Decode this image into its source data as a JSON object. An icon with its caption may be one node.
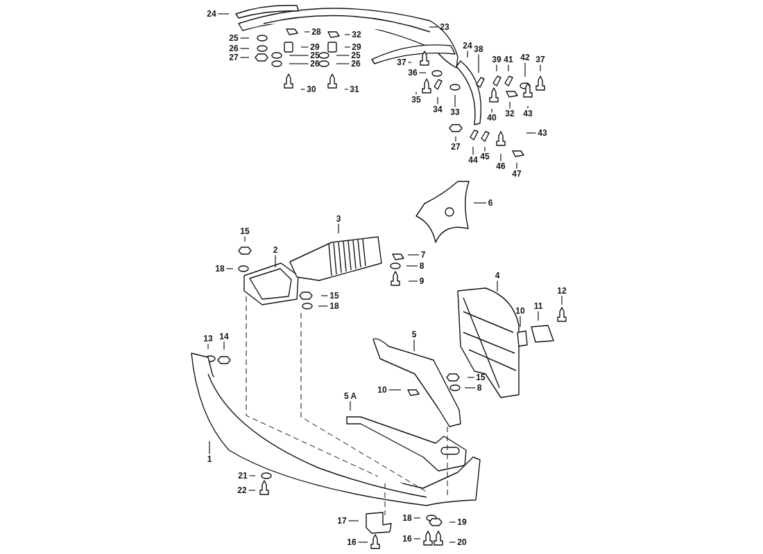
{
  "diagram": {
    "nodes": [
      {
        "text": [
          "24"
        ]
      },
      {
        "text": [
          "23"
        ]
      },
      {
        "text": [
          "25"
        ]
      },
      {
        "text": [
          "26"
        ]
      },
      {
        "text": [
          "27"
        ]
      },
      {
        "text": [
          "28"
        ]
      },
      {
        "text": [
          "32"
        ]
      },
      {
        "text": [
          "29"
        ]
      },
      {
        "text": [
          "29"
        ]
      },
      {
        "text": [
          "25"
        ]
      },
      {
        "text": [
          "25"
        ]
      },
      {
        "text": [
          "26"
        ]
      },
      {
        "text": [
          "26"
        ]
      },
      {
        "text": [
          "30"
        ]
      },
      {
        "text": [
          "31"
        ]
      },
      {
        "text": [
          "37"
        ]
      },
      {
        "text": [
          "36"
        ]
      },
      {
        "text": [
          "35"
        ]
      },
      {
        "text": [
          "34"
        ]
      },
      {
        "text": [
          "33"
        ]
      },
      {
        "text": [
          "24"
        ]
      },
      {
        "text": [
          "38"
        ]
      },
      {
        "text": [
          "39"
        ]
      },
      {
        "text": [
          "41"
        ]
      },
      {
        "text": [
          "42"
        ]
      },
      {
        "text": [
          "37"
        ]
      },
      {
        "text": [
          "40"
        ]
      },
      {
        "text": [
          "32"
        ]
      },
      {
        "text": [
          "43"
        ]
      },
      {
        "text": [
          "43"
        ]
      },
      {
        "text": [
          "27"
        ]
      },
      {
        "text": [
          "44"
        ]
      },
      {
        "text": [
          "45"
        ]
      },
      {
        "text": [
          "46"
        ]
      },
      {
        "text": [
          "47"
        ]
      },
      {
        "text": [
          "6"
        ]
      },
      {
        "text": [
          "3"
        ]
      },
      {
        "text": [
          "15"
        ]
      },
      {
        "text": [
          "2"
        ]
      },
      {
        "text": [
          "18"
        ]
      },
      {
        "text": [
          "7"
        ]
      },
      {
        "text": [
          "8"
        ]
      },
      {
        "text": [
          "9"
        ]
      },
      {
        "text": [
          "15"
        ]
      },
      {
        "text": [
          "18"
        ]
      },
      {
        "text": [
          "4"
        ]
      },
      {
        "text": [
          "12"
        ]
      },
      {
        "text": [
          "11"
        ]
      },
      {
        "text": [
          "10"
        ]
      },
      {
        "text": [
          "13"
        ]
      },
      {
        "text": [
          "14"
        ]
      },
      {
        "text": [
          "5"
        ]
      },
      {
        "text": [
          "15"
        ]
      },
      {
        "text": [
          "8"
        ]
      },
      {
        "text": [
          "10"
        ]
      },
      {
        "text": [
          "5 A"
        ]
      },
      {
        "text": [
          "1"
        ]
      },
      {
        "text": [
          "21"
        ]
      },
      {
        "text": [
          "22"
        ]
      },
      {
        "text": [
          "17"
        ]
      },
      {
        "text": [
          "18"
        ]
      },
      {
        "text": [
          "19"
        ]
      },
      {
        "text": [
          "16"
        ]
      },
      {
        "text": [
          "16"
        ]
      },
      {
        "text": [
          "20"
        ]
      }
    ],
    "edges": [
      {
        "from": 0,
        "to": null,
        "arrow": "none"
      },
      {
        "from": 1,
        "to": null,
        "arrow": "none"
      },
      {
        "from": 2,
        "to": null,
        "arrow": "none"
      },
      {
        "from": 3,
        "to": null,
        "arrow": "none"
      },
      {
        "from": 4,
        "to": null,
        "arrow": "none"
      },
      {
        "from": 5,
        "to": null,
        "arrow": "none"
      },
      {
        "from": 6,
        "to": null,
        "arrow": "none"
      },
      {
        "from": 7,
        "to": null,
        "arrow": "none"
      },
      {
        "from": 8,
        "to": null,
        "arrow": "none"
      },
      {
        "from": 9,
        "to": null,
        "arrow": "none"
      },
      {
        "from": 10,
        "to": null,
        "arrow": "none"
      },
      {
        "from": 11,
        "to": null,
        "arrow": "none"
      },
      {
        "from": 12,
        "to": null,
        "arrow": "none"
      },
      {
        "from": 13,
        "to": null,
        "arrow": "none"
      },
      {
        "from": 14,
        "to": null,
        "arrow": "none"
      },
      {
        "from": 15,
        "to": null,
        "arrow": "none"
      },
      {
        "from": 16,
        "to": null,
        "arrow": "none"
      },
      {
        "from": 17,
        "to": null,
        "arrow": "none"
      },
      {
        "from": 18,
        "to": null,
        "arrow": "none"
      },
      {
        "from": 19,
        "to": null,
        "arrow": "none"
      },
      {
        "from": 20,
        "to": null,
        "arrow": "none"
      },
      {
        "from": 21,
        "to": null,
        "arrow": "none"
      },
      {
        "from": 22,
        "to": null,
        "arrow": "none"
      },
      {
        "from": 23,
        "to": null,
        "arrow": "none"
      },
      {
        "from": 24,
        "to": null,
        "arrow": "none"
      },
      {
        "from": 25,
        "to": null,
        "arrow": "none"
      },
      {
        "from": 26,
        "to": null,
        "arrow": "none"
      },
      {
        "from": 27,
        "to": null,
        "arrow": "none"
      },
      {
        "from": 28,
        "to": null,
        "arrow": "none"
      },
      {
        "from": 29,
        "to": null,
        "arrow": "none"
      },
      {
        "from": 30,
        "to": null,
        "arrow": "none"
      },
      {
        "from": 31,
        "to": null,
        "arrow": "none"
      },
      {
        "from": 32,
        "to": null,
        "arrow": "none"
      },
      {
        "from": 33,
        "to": null,
        "arrow": "none"
      },
      {
        "from": 34,
        "to": null,
        "arrow": "none"
      },
      {
        "from": 35,
        "to": null,
        "arrow": "none"
      },
      {
        "from": 36,
        "to": null,
        "arrow": "none"
      },
      {
        "from": 37,
        "to": null,
        "arrow": "none"
      },
      {
        "from": 38,
        "to": null,
        "arrow": "none"
      },
      {
        "from": 39,
        "to": null,
        "arrow": "none"
      },
      {
        "from": 40,
        "to": null,
        "arrow": "none"
      },
      {
        "from": 41,
        "to": null,
        "arrow": "none"
      },
      {
        "from": 42,
        "to": null,
        "arrow": "none"
      },
      {
        "from": 43,
        "to": null,
        "arrow": "none"
      },
      {
        "from": 44,
        "to": null,
        "arrow": "none"
      },
      {
        "from": 45,
        "to": null,
        "arrow": "none"
      },
      {
        "from": 46,
        "to": null,
        "arrow": "none"
      },
      {
        "from": 47,
        "to": null,
        "arrow": "none"
      },
      {
        "from": 48,
        "to": null,
        "arrow": "none"
      },
      {
        "from": 49,
        "to": null,
        "arrow": "none"
      },
      {
        "from": 50,
        "to": null,
        "arrow": "none"
      },
      {
        "from": 51,
        "to": null,
        "arrow": "none"
      },
      {
        "from": 52,
        "to": null,
        "arrow": "none"
      },
      {
        "from": 53,
        "to": null,
        "arrow": "none"
      },
      {
        "from": 54,
        "to": null,
        "arrow": "none"
      },
      {
        "from": 55,
        "to": null,
        "arrow": "none"
      },
      {
        "from": 56,
        "to": null,
        "arrow": "none"
      },
      {
        "from": 57,
        "to": null,
        "arrow": "none"
      },
      {
        "from": 58,
        "to": null,
        "arrow": "none"
      },
      {
        "from": 59,
        "to": null,
        "arrow": "none"
      },
      {
        "from": 60,
        "to": null,
        "arrow": "none"
      },
      {
        "from": 61,
        "to": null,
        "arrow": "none"
      },
      {
        "from": 62,
        "to": null,
        "arrow": "none"
      },
      {
        "from": 63,
        "to": null,
        "arrow": "none"
      },
      {
        "from": 64,
        "to": null,
        "arrow": "none"
      }
    ]
  }
}
